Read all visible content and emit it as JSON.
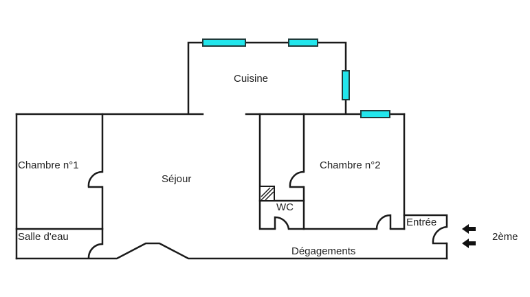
{
  "plan": {
    "rooms": {
      "cuisine": "Cuisine",
      "chambre1": "Chambre n°1",
      "sejour": "Séjour",
      "chambre2": "Chambre n°2",
      "wc": "WC",
      "salle_eau": "Salle d'eau",
      "entree": "Entrée",
      "degagements": "Dégagements"
    },
    "floor_label": "2ème",
    "colors": {
      "wall": "#1a1a1a",
      "window": "#22e6ec",
      "text": "#222222"
    }
  }
}
